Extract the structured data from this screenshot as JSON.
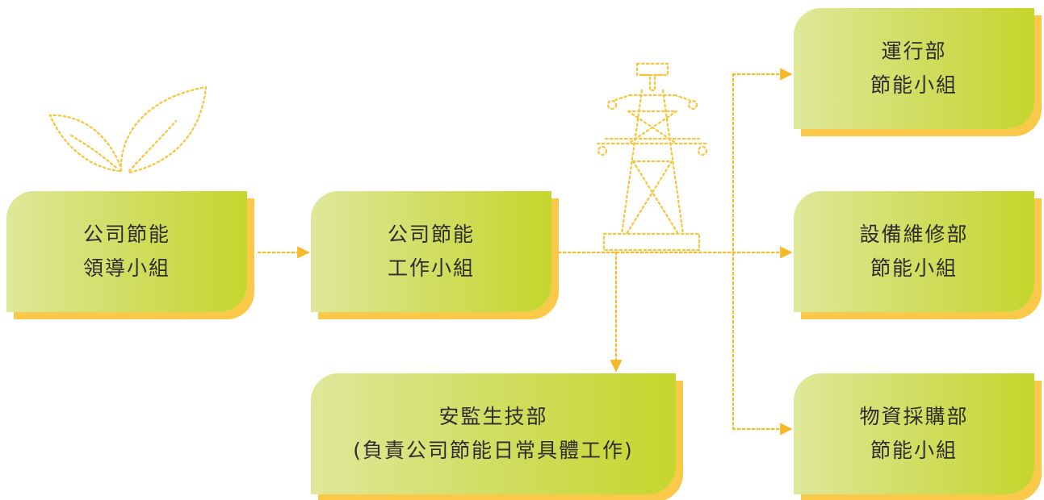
{
  "boxes": {
    "leader": {
      "line1": "公司節能",
      "line2": "領導小組"
    },
    "working": {
      "line1": "公司節能",
      "line2": "工作小組"
    },
    "safety": {
      "line1": "安監生技部",
      "line2": "(負責公司節能日常具體工作)"
    },
    "operations": {
      "line1": "運行部",
      "line2": "節能小組"
    },
    "maintenance": {
      "line1": "設備維修部",
      "line2": "節能小組"
    },
    "procurement": {
      "line1": "物資採購部",
      "line2": "節能小組"
    }
  },
  "icons": [
    "leaves-icon",
    "power-tower-icon"
  ],
  "colors": {
    "box_gradient_start": "#dfe89a",
    "box_gradient_end": "#c5d62c",
    "box_shadow": "#fbc94a",
    "connector": "#f7b92a",
    "text": "#2d2d2d"
  }
}
